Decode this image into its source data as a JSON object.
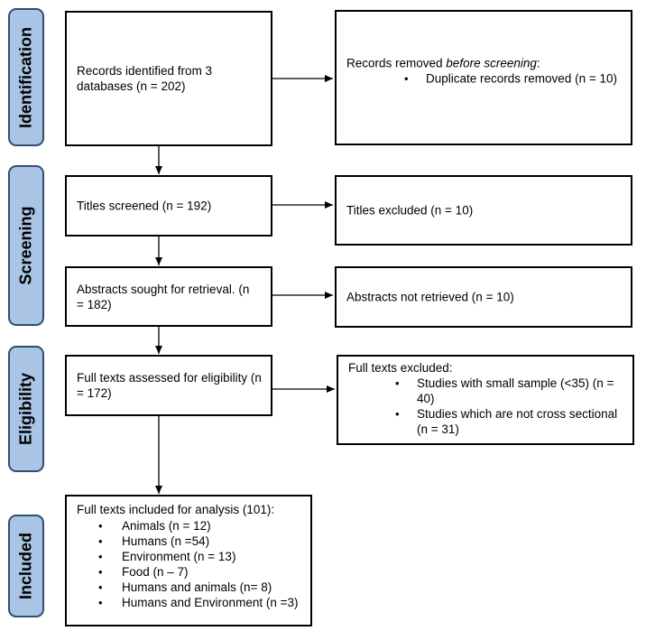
{
  "phases": {
    "identification": "Identification",
    "screening": "Screening",
    "eligibility": "Eligibility",
    "included": "Included"
  },
  "identification": {
    "records": "Records identified from 3 databases (n = 202)",
    "removed_title_prefix": "Records removed ",
    "removed_title_em": "before screening",
    "removed_title_suffix": ":",
    "removed_items": [
      "Duplicate records removed (n = 10)"
    ]
  },
  "screening": {
    "titles": "Titles screened (n = 192)",
    "titles_excluded": "Titles excluded (n = 10)",
    "abstracts": "Abstracts sought for retrieval. (n = 182)",
    "abstracts_excluded": "Abstracts not retrieved (n = 10)"
  },
  "eligibility": {
    "assessed": "Full texts assessed for eligibility (n = 172)",
    "excluded_title": "Full texts excluded:",
    "excluded_items": [
      "Studies with small sample (<35) (n = 40)",
      "Studies which are not cross sectional (n = 31)"
    ]
  },
  "included": {
    "title": "Full texts included for analysis (101):",
    "items": [
      "Animals (n = 12)",
      "Humans (n =54)",
      "Environment (n = 13)",
      "Food (n – 7)",
      "Humans and animals (n= 8)",
      "Humans and Environment (n =3)"
    ]
  },
  "bullet": "•"
}
